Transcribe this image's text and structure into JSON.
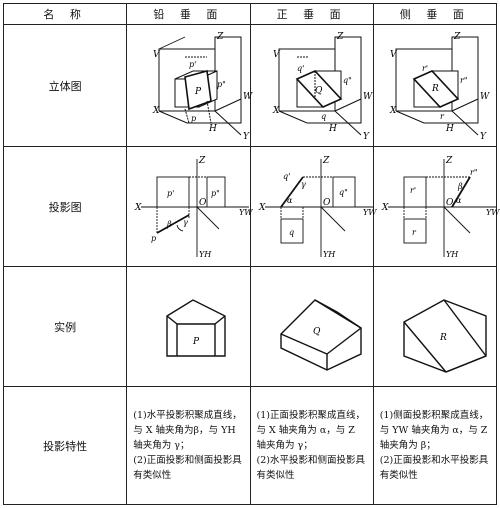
{
  "header": {
    "name": "名 称",
    "col1": "铅 垂 面",
    "col2": "正 垂 面",
    "col3": "侧 垂 面"
  },
  "rows": {
    "solid": "立体图",
    "projection": "投影图",
    "example": "实例",
    "property": "投影特性"
  },
  "labels": {
    "V": "V",
    "H": "H",
    "W": "W",
    "X": "X",
    "Y": "Y",
    "Z": "Z",
    "O": "O",
    "YW": "YW",
    "YH": "YH",
    "p": "p",
    "p1": "p'",
    "p2": "p\"",
    "P": "P",
    "q": "q",
    "q1": "q'",
    "q2": "q\"",
    "Q": "Q",
    "r": "r",
    "r1": "r'",
    "r2": "r\"",
    "R": "R",
    "alpha": "α",
    "beta": "β",
    "gamma": "γ"
  },
  "properties": {
    "col1": [
      "(1)水平投影积聚成直线，与 X 轴夹角为β，与 YH 轴夹角为 γ；",
      "(2)正面投影和侧面投影具有类似性"
    ],
    "col2": [
      "(1)正面投影积聚成直线，与 X 轴夹角为 α，与 Z 轴夹角为 γ；",
      "(2)水平投影和侧面投影具有类似性"
    ],
    "col3": [
      "(1)侧面投影积聚成直线，与 YW 轴夹角为 α，与 Z 轴夹角为 β；",
      "(2)正面投影和水平投影具有类似性"
    ]
  }
}
